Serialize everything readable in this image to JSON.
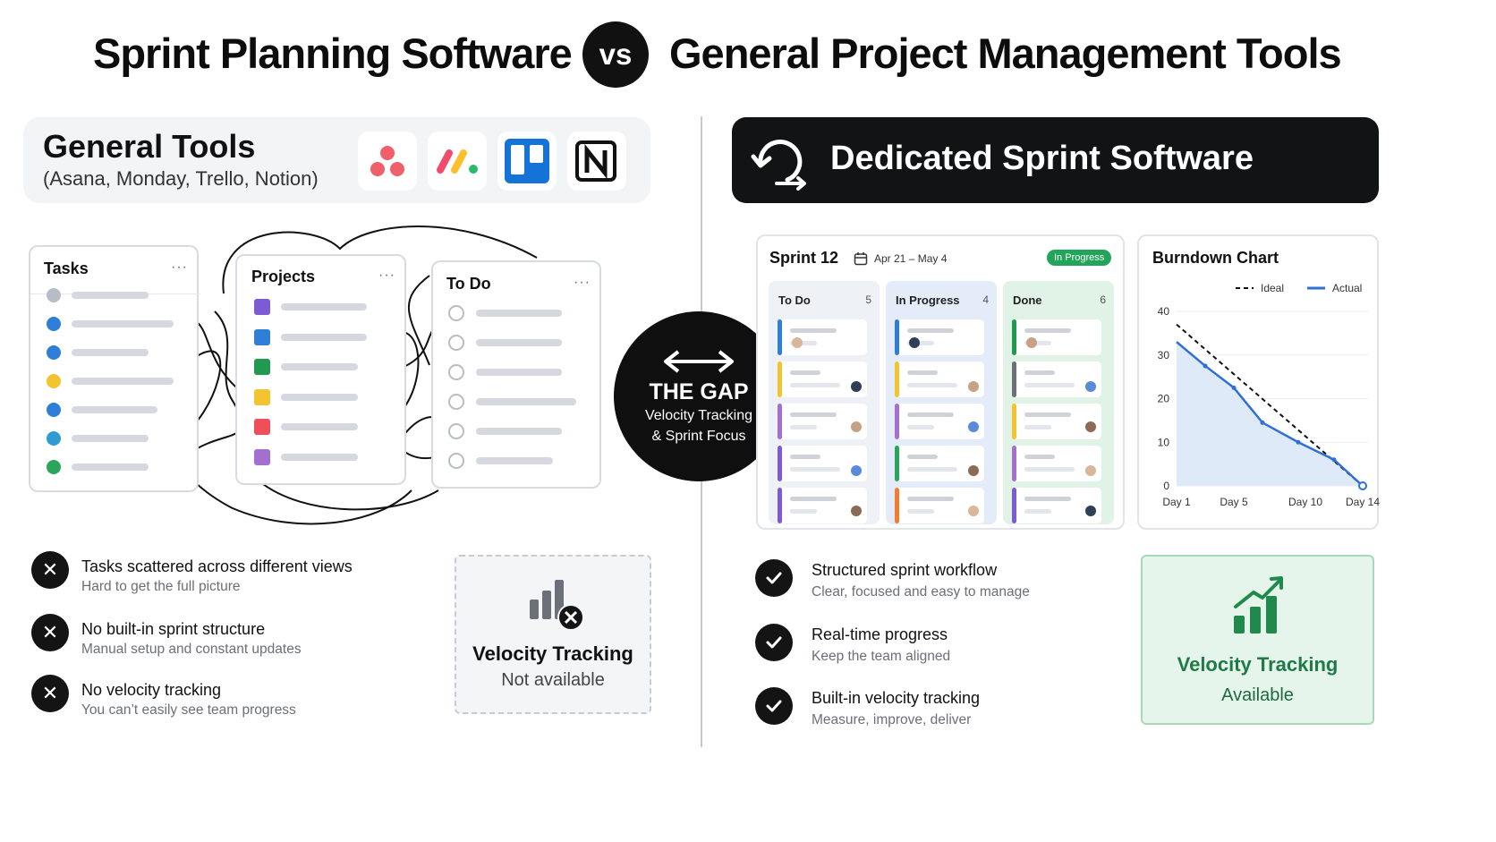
{
  "header": {
    "left_title": "Sprint Planning Software",
    "vs": "vs",
    "right_title": "General Project Management Tools"
  },
  "general": {
    "title": "General Tools",
    "subtitle": "(Asana, Monday, Trello, Notion)",
    "logos": [
      "asana-logo",
      "monday-logo",
      "trello-logo",
      "notion-logo"
    ],
    "panels": {
      "tasks": {
        "title": "Tasks",
        "menu": "···",
        "dot_colors": [
          "#b8bcc4",
          "#2f7fd9",
          "#2f7fd9",
          "#f4c430",
          "#2f7fd9",
          "#2f9bd0",
          "#2aa55a"
        ]
      },
      "projects": {
        "title": "Projects",
        "menu": "···",
        "square_colors": [
          "#7b5cd6",
          "#2f7fd9",
          "#1f9a50",
          "#f4c430",
          "#ef4e5a",
          "#a56fd0"
        ]
      },
      "todo": {
        "title": "To Do",
        "menu": "···"
      }
    },
    "problems": [
      {
        "title": "Tasks scattered across different views",
        "sub": "Hard to get the full picture"
      },
      {
        "title": "No built-in sprint structure",
        "sub": "Manual setup and constant updates"
      },
      {
        "title": "No velocity tracking",
        "sub": "You can’t easily see team progress"
      }
    ],
    "velocity": {
      "title": "Velocity Tracking",
      "status": "Not available"
    }
  },
  "gap": {
    "icon": "double-arrow-icon",
    "title": "THE GAP",
    "line1": "Velocity Tracking",
    "line2": "& Sprint Focus"
  },
  "dedicated": {
    "title": "Dedicated Sprint Software",
    "icon": "sprint-cycle-icon",
    "sprint": {
      "name": "Sprint 12",
      "dates": "Apr 21 – May 4",
      "status": "In Progress",
      "columns": [
        {
          "label": "To Do",
          "count": "5",
          "bg": "#eef1f5",
          "edges": [
            "#2f7fd9",
            "#f4c430",
            "#a56fd0",
            "#7b5cd6",
            "#7b5cd6"
          ]
        },
        {
          "label": "In Progress",
          "count": "4",
          "bg": "#e3ecf8",
          "edges": [
            "#2f7fd9",
            "#f4c430",
            "#a56fd0",
            "#2aa55a",
            "#f47c30"
          ]
        },
        {
          "label": "Done",
          "count": "6",
          "bg": "#e1f3e6",
          "edges": [
            "#1f9a50",
            "#6b6f76",
            "#f4c430",
            "#a56fd0",
            "#7b5cd6"
          ]
        }
      ]
    },
    "chart_data": {
      "type": "line",
      "title": "Burndown Chart",
      "x": [
        "Day 1",
        "Day 5",
        "Day 10",
        "Day 14"
      ],
      "xticks": [
        "Day 1",
        "Day 5",
        "Day 10",
        "Day 14"
      ],
      "ylim": [
        0,
        40
      ],
      "yticks": [
        0,
        10,
        20,
        30,
        40
      ],
      "grid": true,
      "legend": "top-right",
      "series": [
        {
          "name": "Ideal",
          "style": "dashed",
          "color": "#111111",
          "points": [
            [
              1,
              37
            ],
            [
              14,
              0
            ]
          ]
        },
        {
          "name": "Actual",
          "style": "solid",
          "color": "#2f6fd6",
          "points": [
            [
              1,
              33
            ],
            [
              3,
              27.5
            ],
            [
              5,
              22.5
            ],
            [
              7,
              14.5
            ],
            [
              9.5,
              10
            ],
            [
              12,
              6
            ],
            [
              14,
              0
            ]
          ]
        }
      ]
    },
    "benefits": [
      {
        "title": "Structured sprint workflow",
        "sub": "Clear, focused and easy to manage"
      },
      {
        "title": "Real-time progress",
        "sub": "Keep the team aligned"
      },
      {
        "title": "Built-in velocity tracking",
        "sub": "Measure, improve, deliver"
      }
    ],
    "velocity": {
      "title": "Velocity Tracking",
      "status": "Available"
    }
  },
  "colors": {
    "dark": "#111315",
    "green": "#1f8a4c",
    "blue": "#2f6fd6"
  }
}
